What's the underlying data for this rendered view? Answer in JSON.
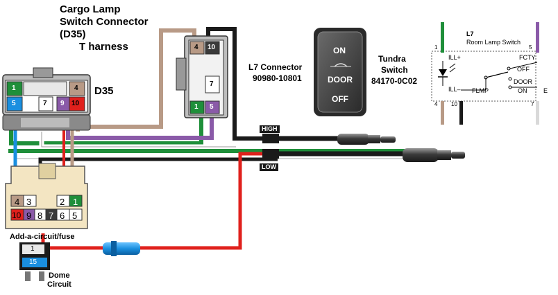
{
  "title": {
    "line1": "Cargo Lamp",
    "line2": "Switch Connector",
    "line3": "(D35)",
    "line4": "T harness"
  },
  "d35": {
    "label": "D35",
    "pins": [
      "1",
      "4",
      "5",
      "7",
      "9",
      "10"
    ]
  },
  "l7_connector": {
    "title": "L7 Connector",
    "part": "90980-10801",
    "pins": [
      "4",
      "10",
      "7",
      "1",
      "5"
    ]
  },
  "switch": {
    "title": "Tundra",
    "title2": "Switch",
    "part": "84170-0C02",
    "on_label": "ON",
    "door_label": "DOOR",
    "off_label": "OFF"
  },
  "schematic": {
    "title": "L7",
    "subtitle": "Room Lamp Switch",
    "ill_plus": "ILL+",
    "ill_minus": "ILL–",
    "fcty": "FCTY",
    "off": "OFF",
    "door": "DOOR",
    "on": "ON",
    "flmp": "FLMP",
    "e": "E",
    "pin_top_left": "1",
    "pin_top_right": "5",
    "pin_bottom_left": "4",
    "pin_bottom_mid": "10",
    "pin_bottom_right": "7"
  },
  "tags": {
    "high": "HIGH",
    "low": "LOW"
  },
  "add_circuit": {
    "pins_top": [
      "4",
      "3",
      "2",
      "1"
    ],
    "pins_bottom": [
      "10",
      "9",
      "8",
      "7",
      "6",
      "5"
    ],
    "label": "Add-a-circuit/fuse",
    "fuse_top": "1",
    "fuse_bottom": "15",
    "dome1": "Dome",
    "dome2": "Circuit"
  },
  "colors": {
    "tan": "#b89a86",
    "green": "#1f8f3a",
    "blue": "#1a8fe0",
    "purple": "#8a5aa8",
    "red": "#e0201c",
    "black": "#1a1a1a",
    "white": "#ffffff",
    "gray": "#aaaaaa"
  }
}
